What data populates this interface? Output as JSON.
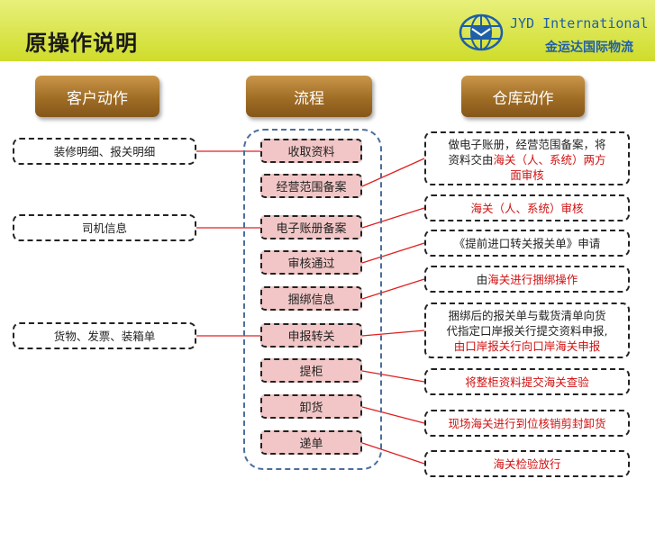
{
  "header": {
    "title": "原操作说明",
    "logo_en": "JYD International",
    "logo_cn": "金运达国际物流"
  },
  "columns": {
    "customer": "客户动作",
    "flow": "流程",
    "warehouse": "仓库动作"
  },
  "customer_actions": [
    "装修明细、报关明细",
    "司机信息",
    "货物、发票、装箱单"
  ],
  "flow_steps": [
    "收取资料",
    "经营范围备案",
    "电子账册备案",
    "审核通过",
    "捆绑信息",
    "申报转关",
    "提柜",
    "卸货",
    "递单"
  ],
  "warehouse_actions": {
    "a1": {
      "line1": "做电子账册，经营范围备案，将",
      "line2a": "资料交由",
      "line2b": "海关（人、系统）两方",
      "line3": "面审核"
    },
    "a2": "海关（人、系统）审核",
    "a3": "《提前进口转关报关单》申请",
    "a4": {
      "pre": "由",
      "red": "海关进行捆绑操作"
    },
    "a5": {
      "line1": "捆绑后的报关单与载货清单向货",
      "line2": "代指定口岸报关行提交资料申报,",
      "line3": "由口岸报关行向口岸海关申报"
    },
    "a6": "将整柜资料提交海关查验",
    "a7": "现场海关进行到位核销剪封卸货",
    "a8": "海关检验放行"
  },
  "colors": {
    "header_bg": "#d6e23a",
    "accent_red": "#d01010",
    "logo_blue": "#1f5fa8",
    "lane_blue": "#4a6f9c",
    "step_fill": "#f2c6c6"
  }
}
